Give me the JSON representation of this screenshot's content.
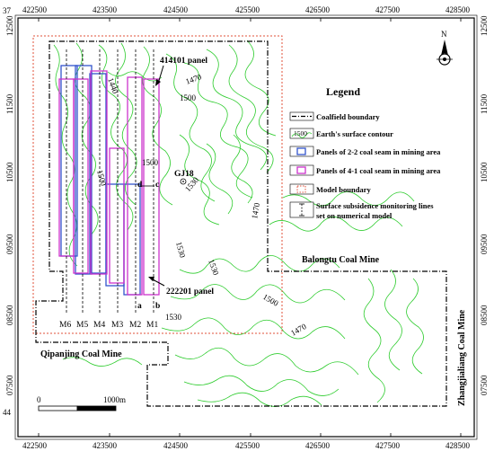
{
  "frame": {
    "corner_top": "37",
    "corner_bottom": "44",
    "x_ticks": [
      "422500",
      "423500",
      "424500",
      "425500",
      "426500",
      "427500",
      "428500"
    ],
    "y_ticks": [
      "12500",
      "11500",
      "10500",
      "09500",
      "08500",
      "07500"
    ]
  },
  "panels": {
    "panel_414101": "414101 panel",
    "panel_222201": "222201 panel"
  },
  "monitoring_lines": [
    "M6",
    "M5",
    "M4",
    "M3",
    "M2",
    "M1"
  ],
  "section_points": {
    "a": "a",
    "b": "b",
    "c": "c",
    "d": "d"
  },
  "borehole": "GJ18",
  "contours": [
    "1440",
    "1470",
    "1500",
    "1500",
    "1500",
    "1530",
    "1530",
    "1530",
    "1470",
    "1530",
    "1500",
    "1470"
  ],
  "mines": {
    "qipanjing": "Qipanjing Coal Mine",
    "balongtu": "Balongtu Coal Mine",
    "zhangjialiang": "Zhangjialiang Coal Mine"
  },
  "scale_bar": {
    "start": "0",
    "end": "1000m"
  },
  "north_label": "N",
  "legend": {
    "title": "Legend",
    "items": [
      {
        "label": "Coalfield boundary"
      },
      {
        "label": "Earth's surface contour",
        "sample": "1500"
      },
      {
        "label": "Panels of 2-2 coal seam in mining area"
      },
      {
        "label": "Panels of 4-1 coal seam in mining area"
      },
      {
        "label": "Model boundary"
      },
      {
        "label": "Surface subsidence monitoring lines"
      },
      {
        "label": "set on numerical model"
      }
    ]
  },
  "colors": {
    "contour": "#2ecc2e",
    "panel_22": "#3355cc",
    "panel_41": "#cc33cc",
    "model_boundary": "#e0503a",
    "boundary": "#000000"
  }
}
